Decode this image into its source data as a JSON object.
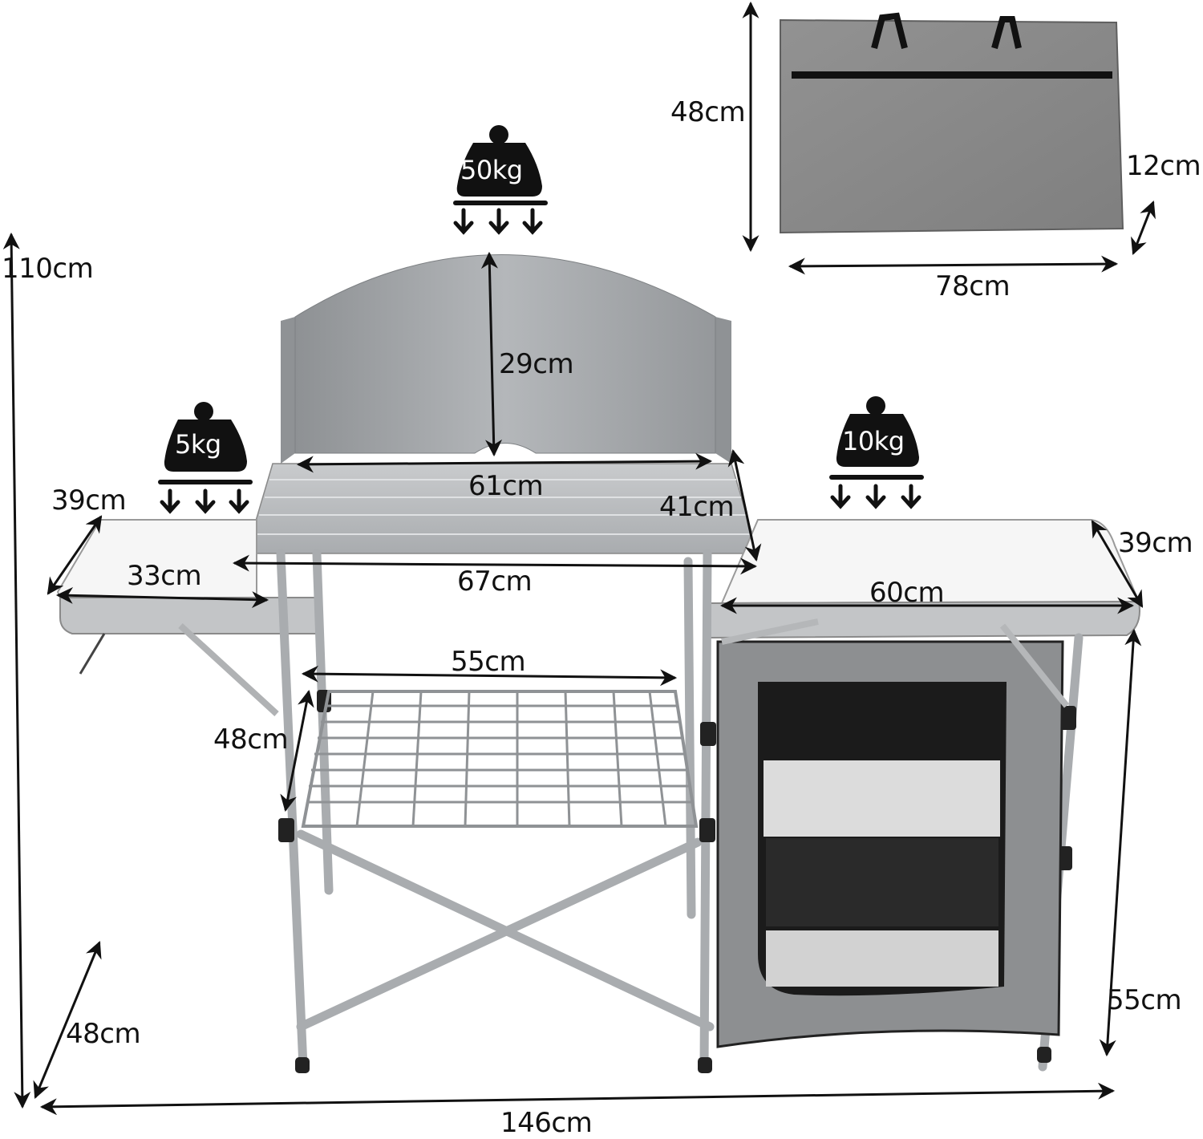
{
  "product": "Folding camping kitchen table with windscreen, side tables, wire shelf and storage cabinet",
  "dimensions": {
    "total_height": "110cm",
    "total_width": "146cm",
    "depth_base": "48cm",
    "windscreen_height": "29cm",
    "windscreen_width": "61cm",
    "center_table_depth": "41cm",
    "center_table_width": "67cm",
    "left_side_table_depth": "39cm",
    "left_side_table_width": "33cm",
    "right_side_table_depth": "39cm",
    "right_side_table_width": "60cm",
    "wire_shelf_width": "55cm",
    "wire_shelf_depth": "48cm",
    "cabinet_height": "55cm"
  },
  "load_capacity": {
    "center_table": "50kg",
    "left_side_table": "5kg",
    "right_side_table": "10kg"
  },
  "carry_bag": {
    "height": "48cm",
    "width": "78cm",
    "thickness": "12cm"
  },
  "colors": {
    "arrow": "#111111",
    "aluminum": "#b9bcbf",
    "panel": "#a4a7aa",
    "cabinet_fabric": "#8d8f91",
    "bag": "#8a8a8a",
    "tabletop": "#f4f4f4"
  }
}
